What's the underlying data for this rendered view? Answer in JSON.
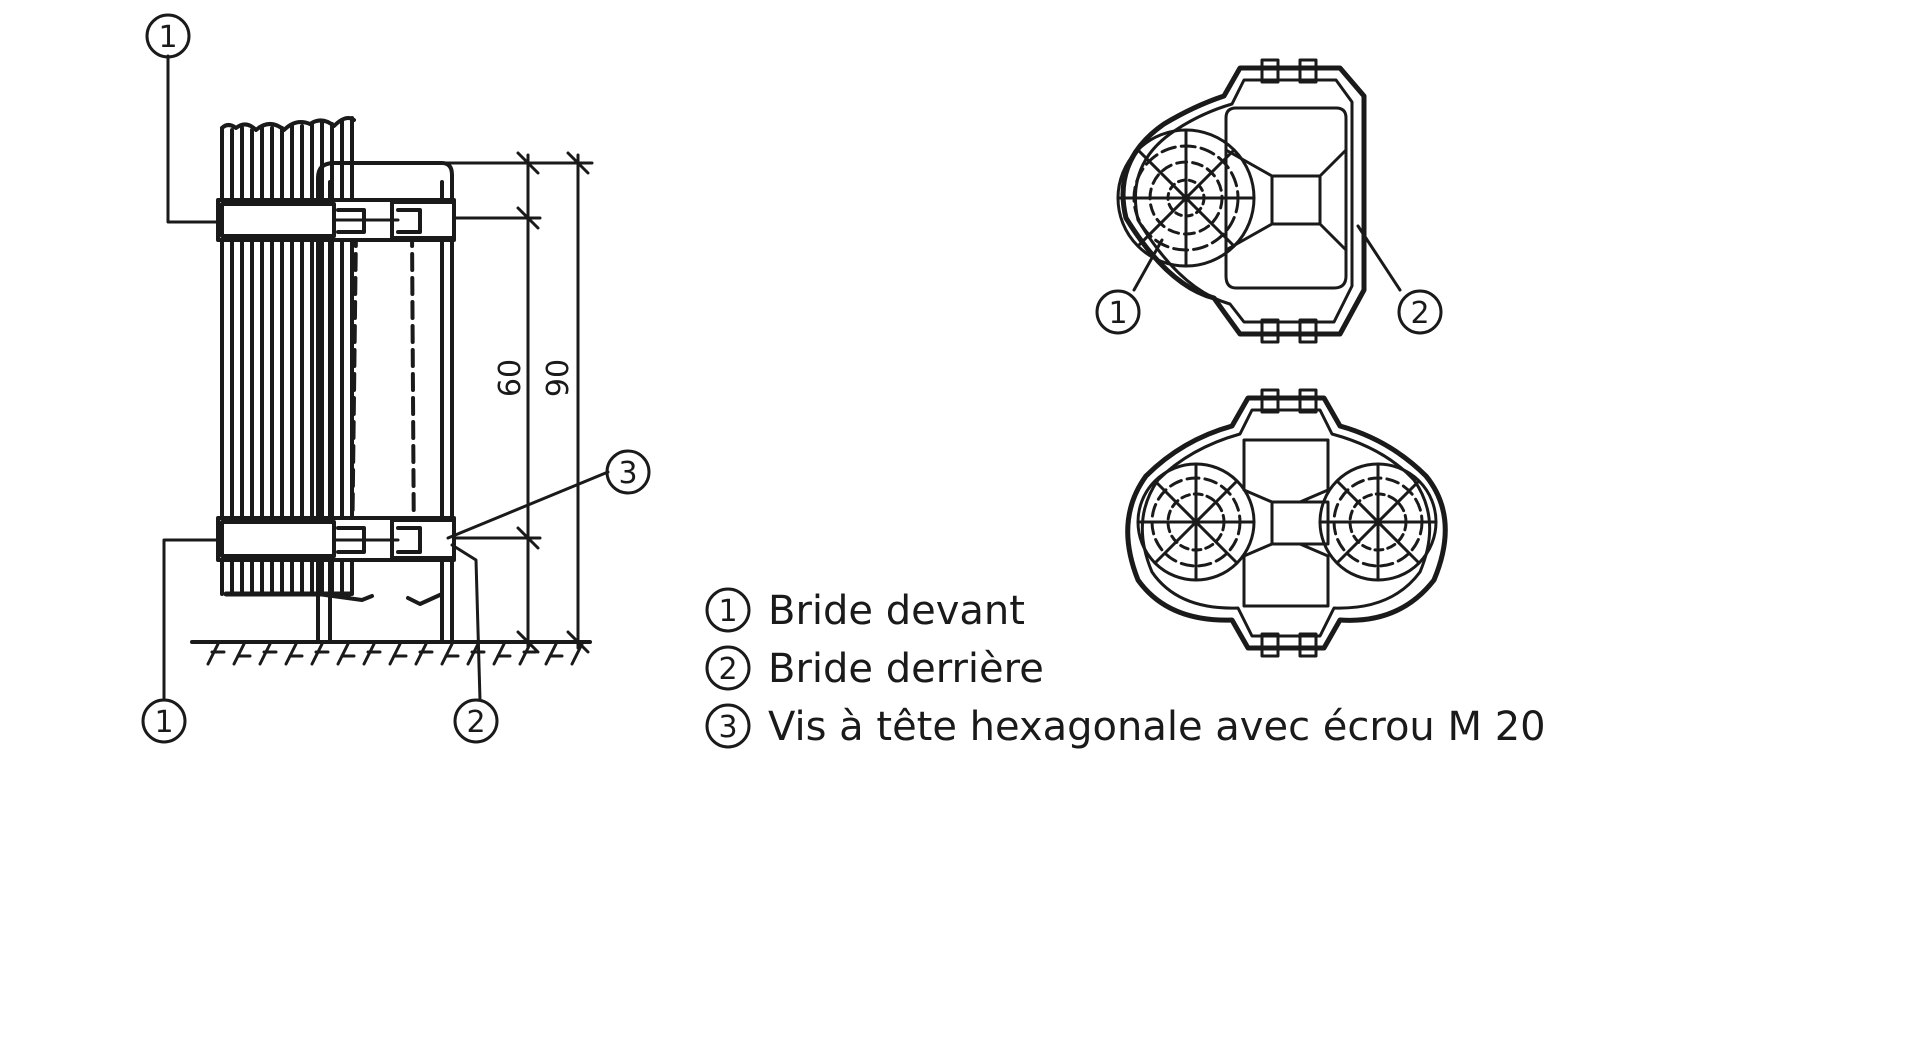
{
  "callouts": {
    "one": "1",
    "two": "2",
    "three": "3"
  },
  "dimensions": {
    "inner": "60",
    "outer": "90"
  },
  "legend": [
    {
      "number": "1",
      "text": "Bride devant"
    },
    {
      "number": "2",
      "text": "Bride derrière"
    },
    {
      "number": "3",
      "text": "Vis à tête hexagonale avec écrou M 20"
    }
  ]
}
